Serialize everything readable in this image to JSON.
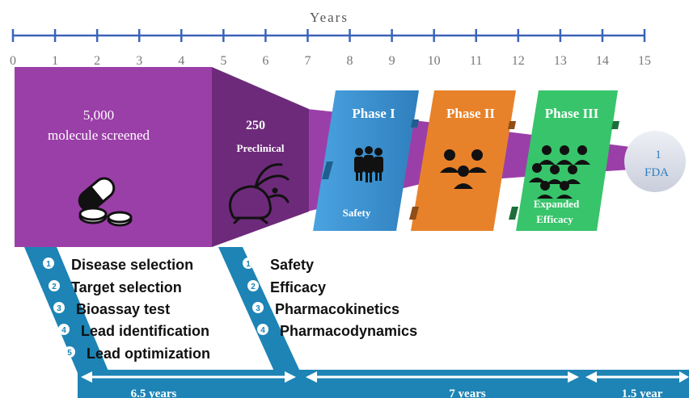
{
  "axis": {
    "title": "Years",
    "ticks": [
      "0",
      "1",
      "2",
      "3",
      "4",
      "5",
      "6",
      "7",
      "8",
      "9",
      "10",
      "11",
      "12",
      "13",
      "14",
      "15"
    ]
  },
  "stages": {
    "discovery": {
      "count": "5,000",
      "label": "molecule screened"
    },
    "preclinical": {
      "count": "250",
      "label": "Preclinical"
    },
    "phase1": {
      "title": "Phase I",
      "subtitle": "Safety"
    },
    "phase2": {
      "title": "Phase II"
    },
    "phase3": {
      "title": "Phase III",
      "subtitle_line1": "Expanded",
      "subtitle_line2": "Efficacy"
    },
    "fda": {
      "count": "1",
      "label": "FDA"
    }
  },
  "discovery_steps": [
    {
      "num": "1",
      "text": "Disease selection"
    },
    {
      "num": "2",
      "text": "Target selection"
    },
    {
      "num": "3",
      "text": "Bioassay test"
    },
    {
      "num": "4",
      "text": "Lead identification"
    },
    {
      "num": "5",
      "text": "Lead optimization"
    }
  ],
  "preclinical_steps": [
    {
      "num": "1",
      "text": "Safety"
    },
    {
      "num": "2",
      "text": "Efficacy"
    },
    {
      "num": "3",
      "text": "Pharmacokinetics"
    },
    {
      "num": "4",
      "text": "Pharmacodynamics"
    }
  ],
  "durations": [
    {
      "label": "6.5 years"
    },
    {
      "label": "7 years"
    },
    {
      "label": "1.5 year"
    }
  ],
  "colors": {
    "axis": "#3a63b8",
    "purple_front": "#9b3fa8",
    "purple_side": "#6d2a7a",
    "phase1": "#3b8fcf",
    "phase2": "#e8822a",
    "phase3": "#38c46a",
    "band": "#1d84b5",
    "fda": "#d9dde8"
  }
}
